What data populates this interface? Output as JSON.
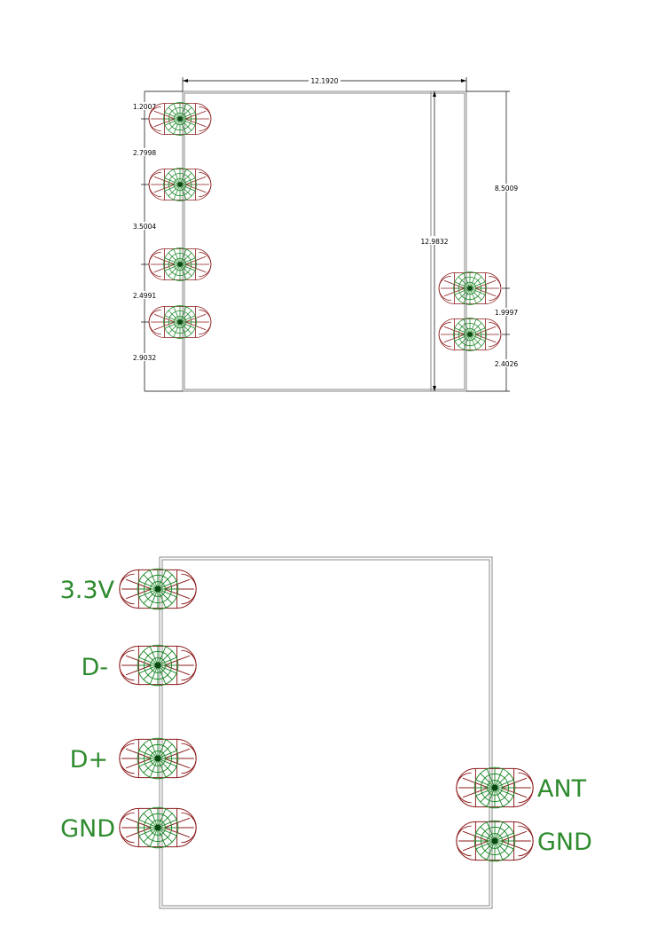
{
  "top_view": {
    "dimensions": {
      "width": "12.1920",
      "height": "12.9832",
      "left_spacings": [
        "1.2007",
        "2.7998",
        "3.5004",
        "2.4991",
        "2.9032"
      ],
      "right_spacings": [
        "8.5009",
        "1.9997",
        "2.4026"
      ]
    }
  },
  "pinout_view": {
    "left_pins": [
      "3.3V",
      "D-",
      "D+",
      "GND"
    ],
    "right_pins": [
      "ANT",
      "GND"
    ]
  },
  "colors": {
    "pad_outline": "#8b1a1a",
    "pad_mesh": "#1f8a2a",
    "label": "#2e8b2e",
    "board_outline": "#8a8a8a",
    "dimension_line": "#000000"
  }
}
